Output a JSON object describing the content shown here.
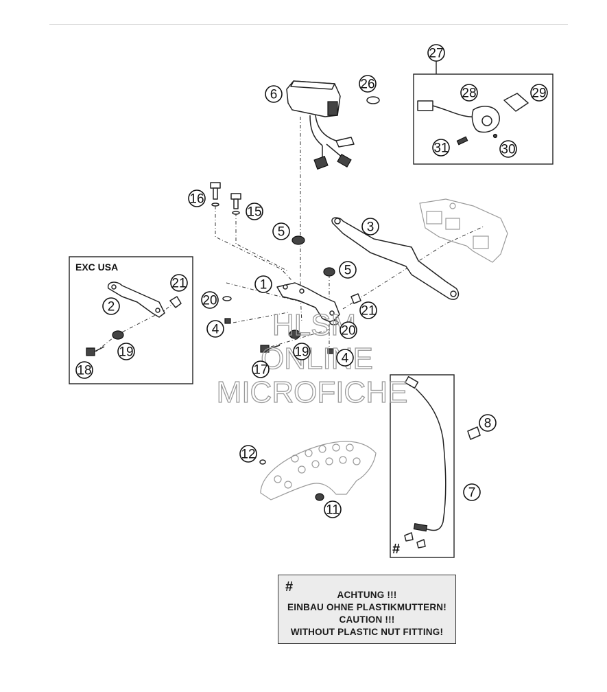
{
  "diagram": {
    "callouts": [
      "1",
      "2",
      "3",
      "4",
      "4",
      "5",
      "5",
      "6",
      "7",
      "8",
      "11",
      "12",
      "15",
      "16",
      "17",
      "18",
      "19",
      "19",
      "20",
      "20",
      "21",
      "21",
      "26",
      "27",
      "28",
      "29",
      "30",
      "31"
    ],
    "inset_label": "EXC USA",
    "hash_symbol": "#"
  },
  "watermark": {
    "line1": "HLSM",
    "line2": "ONLINE",
    "line3": "MICROFICHE"
  },
  "note": {
    "hash": "#",
    "lines": [
      "ACHTUNG !!!",
      "EINBAU OHNE PLASTIKMUTTERN!",
      "CAUTION !!!",
      "WITHOUT PLASTIC NUT FITTING!"
    ]
  }
}
